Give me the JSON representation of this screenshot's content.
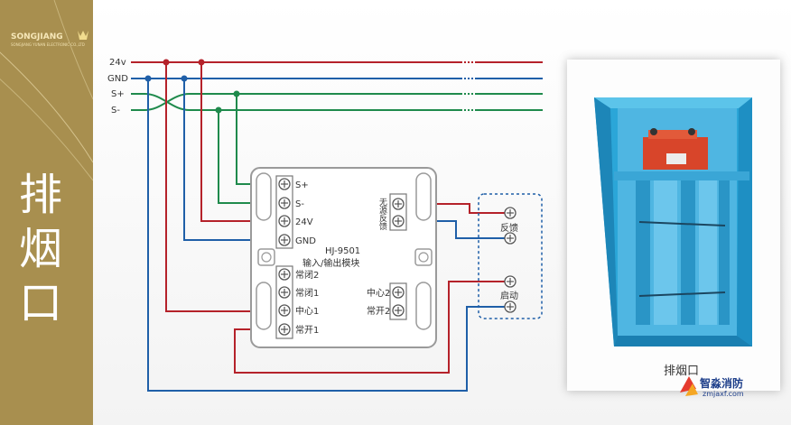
{
  "sidebar": {
    "brand": "SONGJIANG",
    "brand_sub": "SONGJIANG YUNAN ELECTRONIC CO.,LTD",
    "title_chars": [
      "排",
      "烟",
      "口"
    ]
  },
  "bus_lines": {
    "v24": "24v",
    "gnd": "GND",
    "s_plus": "S+",
    "s_minus": "S-"
  },
  "module": {
    "model": "HJ-9501",
    "name": "输入/输出模块",
    "terminals_left_top": [
      "S+",
      "S-",
      "24V",
      "GND"
    ],
    "terminals_left_bottom": [
      "常闭2",
      "常闭1",
      "中心1",
      "常开1"
    ],
    "terminal_right_top": "无源反馈",
    "terminals_right_bottom": [
      "中心2",
      "常开2"
    ]
  },
  "device": {
    "feedback_label": "反馈",
    "start_label": "启动"
  },
  "photo": {
    "caption": "排烟口"
  },
  "watermark": {
    "text": "智淼消防",
    "url": "zmjaxf.com"
  },
  "colors": {
    "v24": "#b5222a",
    "gnd": "#1f5fa8",
    "signal": "#1f8a4c",
    "sidebar": "#a88f4f",
    "damper": "#27a6da"
  }
}
